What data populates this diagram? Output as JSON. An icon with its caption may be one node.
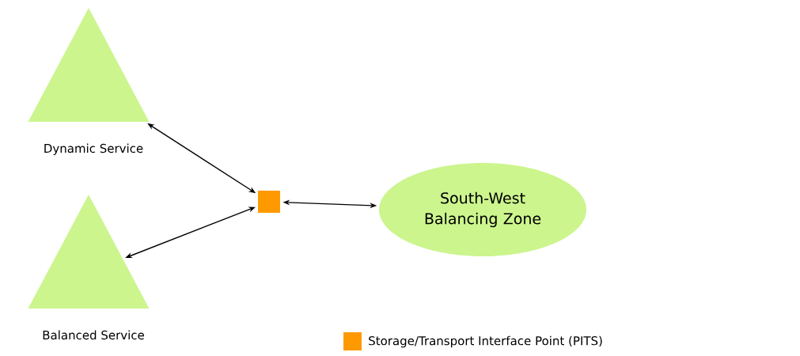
{
  "diagram": {
    "nodes": [
      {
        "text": [
          "Dynamic Service"
        ]
      },
      {
        "text": [
          "Balanced Service"
        ]
      },
      {
        "text": [],
        "shape": "box"
      },
      {
        "text": [
          "South-West Balancing Zone"
        ]
      }
    ],
    "edges": [
      {
        "from": 0,
        "to": 2,
        "arrow": "both"
      },
      {
        "from": 1,
        "to": 2,
        "arrow": "both"
      },
      {
        "from": 2,
        "to": 3,
        "arrow": "both"
      }
    ],
    "legend": [
      {
        "text": "Storage/Transport Interface Point (PITS)",
        "color": "#ff9900"
      }
    ]
  }
}
